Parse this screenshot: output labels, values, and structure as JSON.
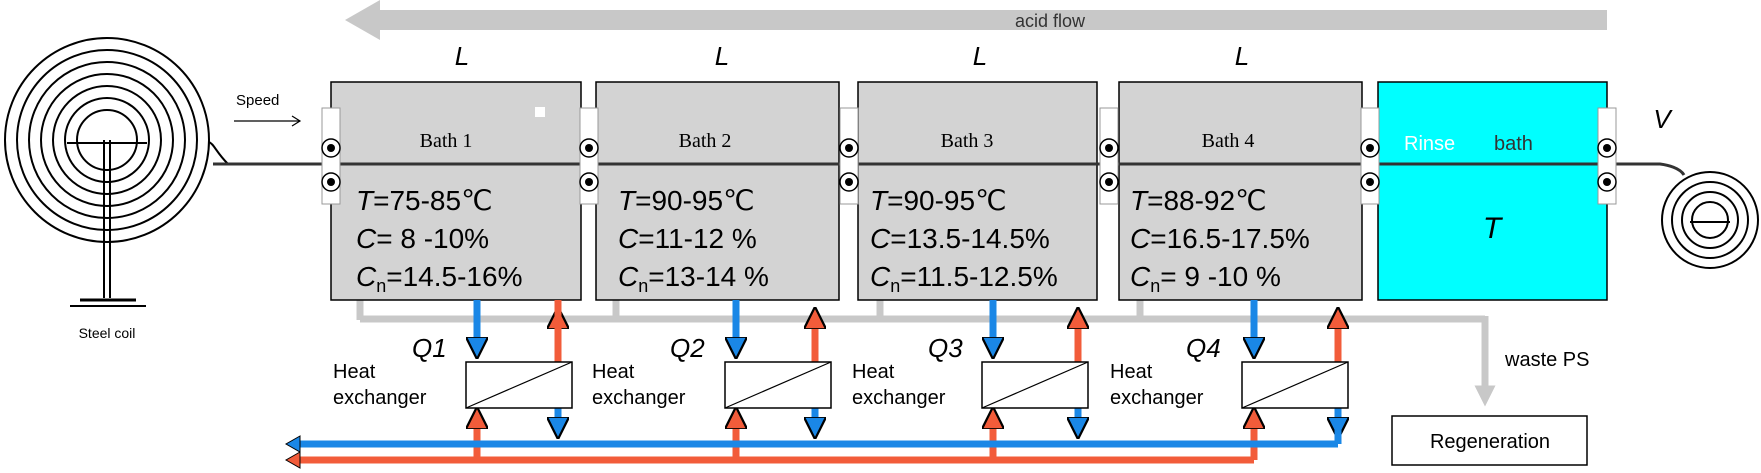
{
  "acid_flow": {
    "label": "acid flow"
  },
  "speed_label": "Speed",
  "length_symbol": "L",
  "speed_symbol": "V",
  "steel_coil": {
    "label": "Steel coil"
  },
  "baths": [
    {
      "name": "Bath   1",
      "t_prefix": "T",
      "t_value": "=75-85℃",
      "c_prefix": "C",
      "c_value": "=  8 -10%",
      "cn_prefix": "C",
      "cn_sub": "n",
      "cn_value": "=14.5-16%",
      "flow": "Q1"
    },
    {
      "name": "Bath   2",
      "t_prefix": "T",
      "t_value": "=90-95℃",
      "c_prefix": "C",
      "c_value": "=11-12 %",
      "cn_prefix": "C",
      "cn_sub": "n",
      "cn_value": "=13-14 %",
      "flow": "Q2"
    },
    {
      "name": "Bath   3",
      "t_prefix": "T",
      "t_value": "=90-95℃",
      "c_prefix": "C",
      "c_value": "=13.5-14.5%",
      "cn_prefix": "C",
      "cn_sub": "n",
      "cn_value": "=11.5-12.5%",
      "flow": "Q3"
    },
    {
      "name": "Bath   4",
      "t_prefix": "T",
      "t_value": "=88-92℃",
      "c_prefix": "C",
      "c_value": "=16.5-17.5%",
      "cn_prefix": "C",
      "cn_sub": "n",
      "cn_value": "=  9 -10 %",
      "flow": "Q4"
    }
  ],
  "heat_exchanger": {
    "line1": "Heat",
    "line2": "exchanger"
  },
  "rinse": {
    "label1": "Rinse",
    "label2": "bath",
    "temp_symbol": "T"
  },
  "waste_label": "waste PS",
  "regeneration_label": "Regeneration",
  "colors": {
    "bath_fill": "#d3d3d3",
    "rinse_fill": "#00ffff",
    "cold_flow": "#1a87e6",
    "hot_flow": "#f25c3a",
    "acid_arrow": "#c8c8c8"
  }
}
